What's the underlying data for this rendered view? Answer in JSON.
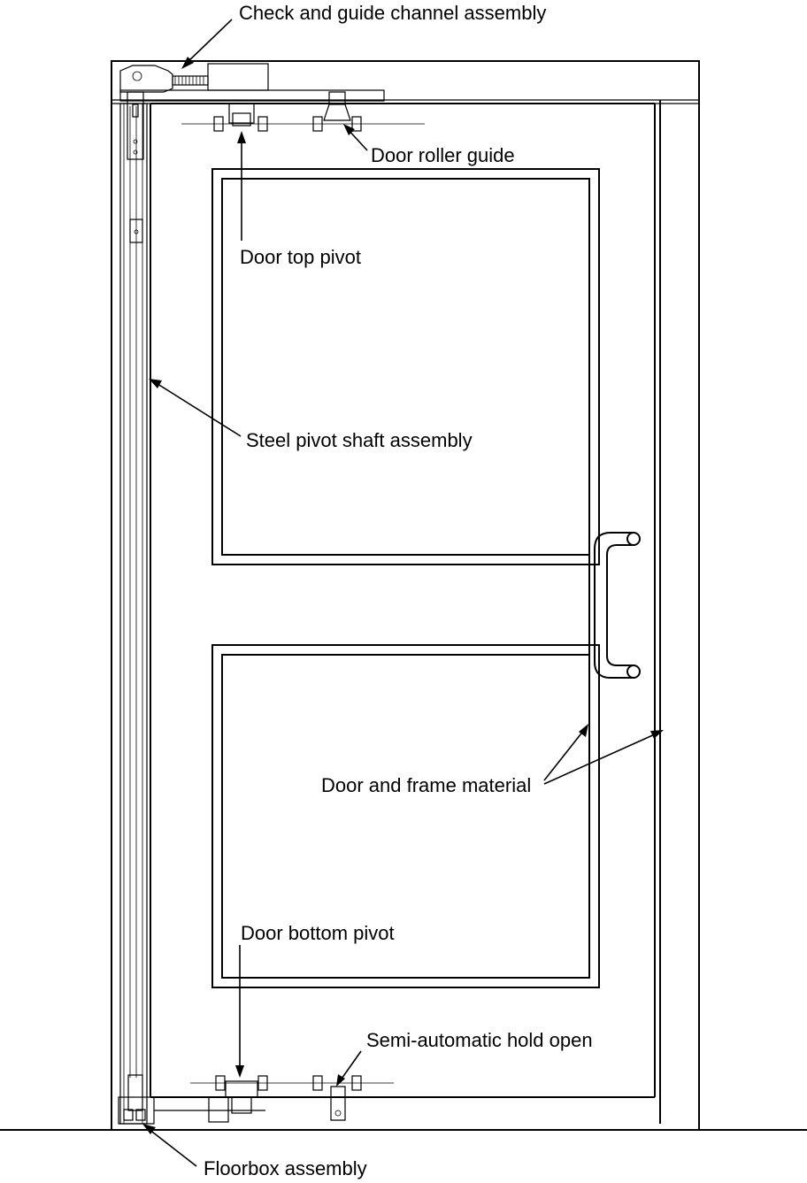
{
  "labels": {
    "check_guide_channel": "Check and guide channel assembly",
    "door_roller_guide": "Door roller guide",
    "door_top_pivot": "Door top pivot",
    "steel_pivot_shaft": "Steel pivot shaft assembly",
    "door_frame_material": "Door and frame material",
    "door_bottom_pivot": "Door bottom pivot",
    "semi_auto_hold_open": "Semi-automatic hold open",
    "floorbox_assembly": "Floorbox assembly"
  }
}
